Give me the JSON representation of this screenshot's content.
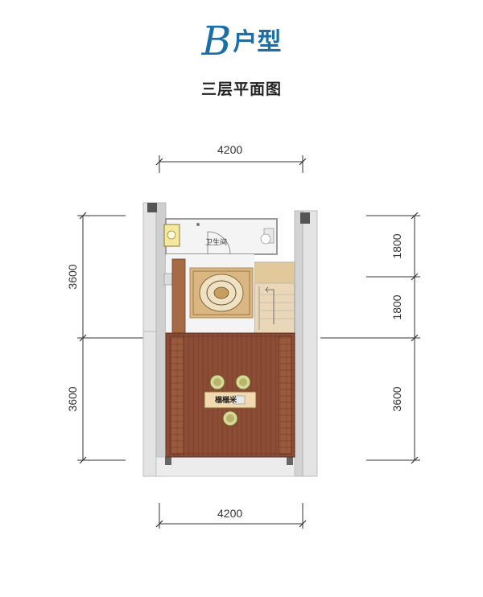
{
  "title": {
    "letter": "B",
    "suffix": "户型"
  },
  "subtitle": "三层平面图",
  "dimensions": {
    "top": "4200",
    "bottom": "4200",
    "left_upper": "3600",
    "left_lower": "3600",
    "right_upper": "1800",
    "right_middle": "1800",
    "right_lower": "3600"
  },
  "rooms": {
    "bathroom": "卫生间",
    "tea_table": "榻榻米"
  },
  "colors": {
    "title_blue": "#1a6fa6",
    "floor_wood": "#8a4a33",
    "wall_gray": "#d6d6d6",
    "carpet_gold": "#d9b682"
  }
}
